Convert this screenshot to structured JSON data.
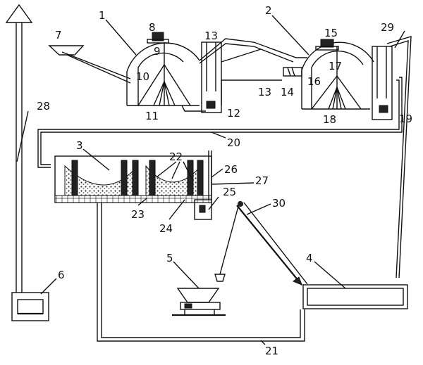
{
  "labels": {
    "l1": "1",
    "l2": "2",
    "l3": "3",
    "l4": "4",
    "l5": "5",
    "l6": "6",
    "l7": "7",
    "l8": "8",
    "l9": "9",
    "l10": "10",
    "l11": "11",
    "l12": "12",
    "l13a": "13",
    "l13b": "13",
    "l14": "14",
    "l15": "15",
    "l16": "16",
    "l17": "17",
    "l18": "18",
    "l19": "19",
    "l20": "20",
    "l21": "21",
    "l22": "22",
    "l23": "23",
    "l24": "24",
    "l25": "25",
    "l26": "26",
    "l27": "27",
    "l28": "28",
    "l29": "29",
    "l30": "30"
  }
}
